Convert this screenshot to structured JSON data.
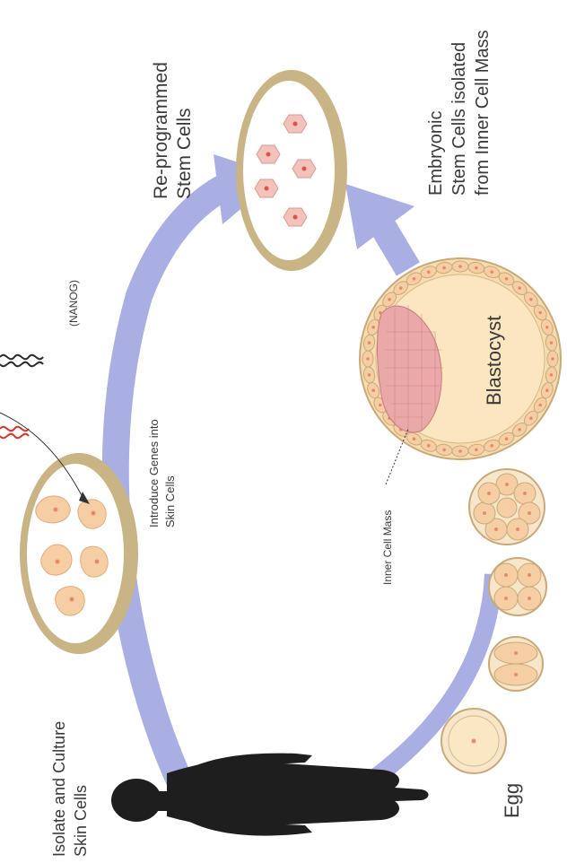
{
  "labels": {
    "isolate_line1": "Isolate  and Culture",
    "isolate_line2": "Skin Cells",
    "introduce_line1": "Introduce Genes into",
    "introduce_line2": "Skin Cells",
    "nanog": "(NANOG)",
    "reprogrammed_line1": "Re-programmed",
    "reprogrammed_line2": "Stem Cells",
    "embryonic_line1": "Embryonic",
    "embryonic_line2": "Stem Cells isolated",
    "embryonic_line3": "from Inner Cell Mass",
    "blastocyst": "Blastocyst",
    "inner_cell_mass": "Inner Cell Mass",
    "egg": "Egg"
  },
  "colors": {
    "arrow": "#a9aee3",
    "dish_rim": "#c9b485",
    "skin_cell": "#f5cfa3",
    "stem_cell": "#f3c3bb",
    "blastocyst_fill": "#fbe6bf",
    "inner_mass": "#e8a9a8",
    "silhouette": "#1e1e1e"
  }
}
